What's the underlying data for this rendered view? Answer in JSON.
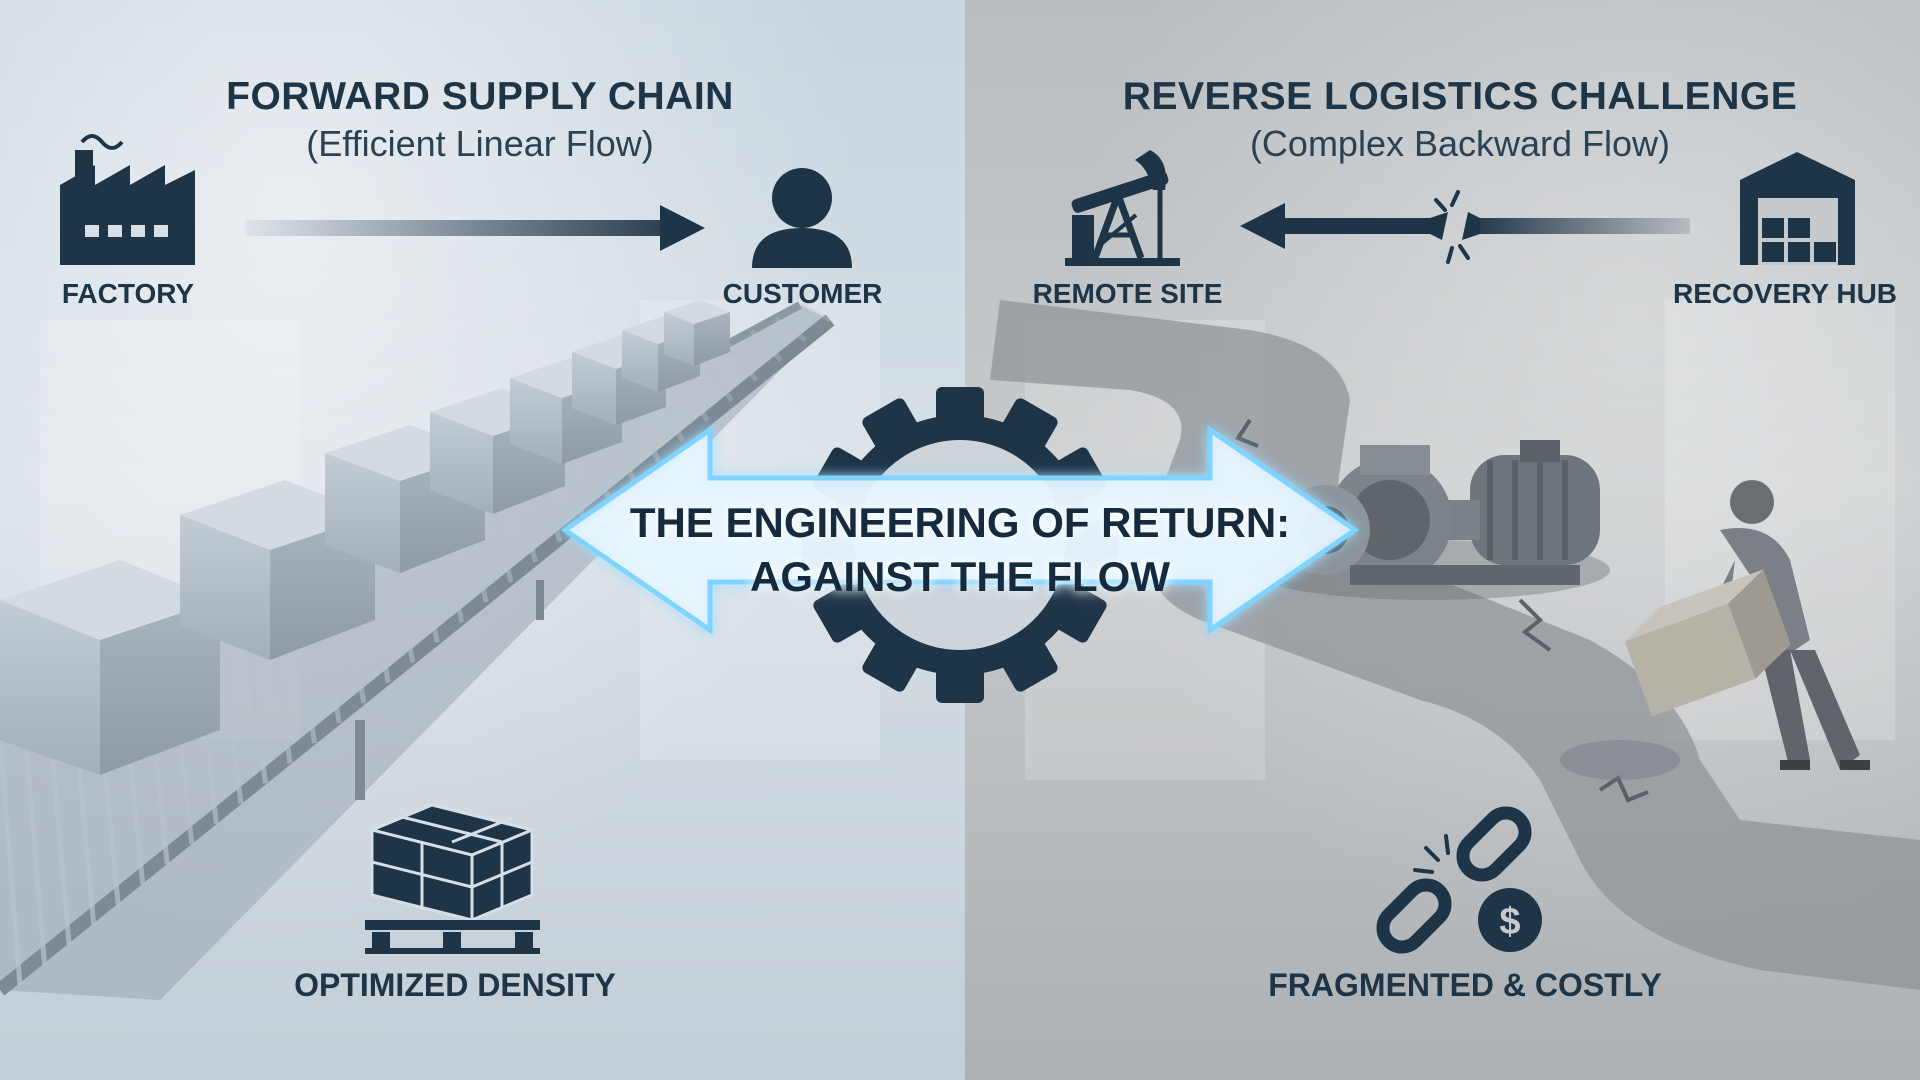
{
  "forward": {
    "heading": "FORWARD SUPPLY CHAIN",
    "subheading": "(Efficient Linear Flow)",
    "source_label": "FACTORY",
    "target_label": "CUSTOMER",
    "feature_label": "OPTIMIZED DENSITY"
  },
  "reverse": {
    "heading": "REVERSE LOGISTICS CHALLENGE",
    "subheading": "(Complex Backward Flow)",
    "target_label": "REMOTE SITE",
    "source_label": "RECOVERY HUB",
    "feature_label": "FRAGMENTED & COSTLY"
  },
  "center": {
    "title_line1": "THE ENGINEERING OF RETURN:",
    "title_line2": "AGAINST THE FLOW"
  },
  "icons": {
    "forward_source": "factory-icon",
    "forward_target": "customer-icon",
    "reverse_target": "oil-pump-icon",
    "reverse_source": "warehouse-icon",
    "forward_feature": "pallet-boxes-icon",
    "reverse_feature": "broken-chain-dollar-icon",
    "center": "gear-icon"
  },
  "colors": {
    "navy": "#1e3447",
    "glow": "#7fd4ff",
    "left_bg": "#d6dfe6",
    "right_bg": "#c7cacc"
  }
}
